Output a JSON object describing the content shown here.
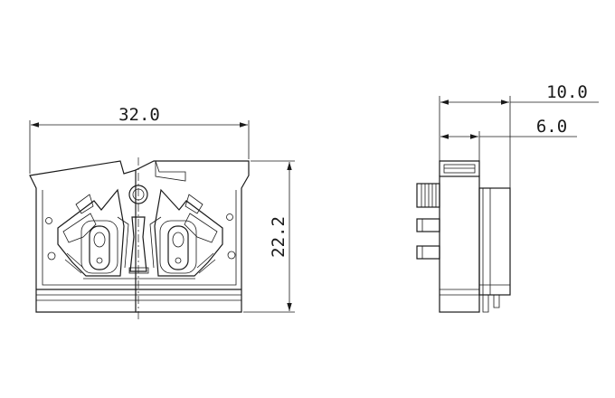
{
  "dimensions": {
    "front_width": "32.0",
    "front_height": "22.2",
    "side_overall_depth": "10.0",
    "side_partial_depth": "6.0"
  }
}
